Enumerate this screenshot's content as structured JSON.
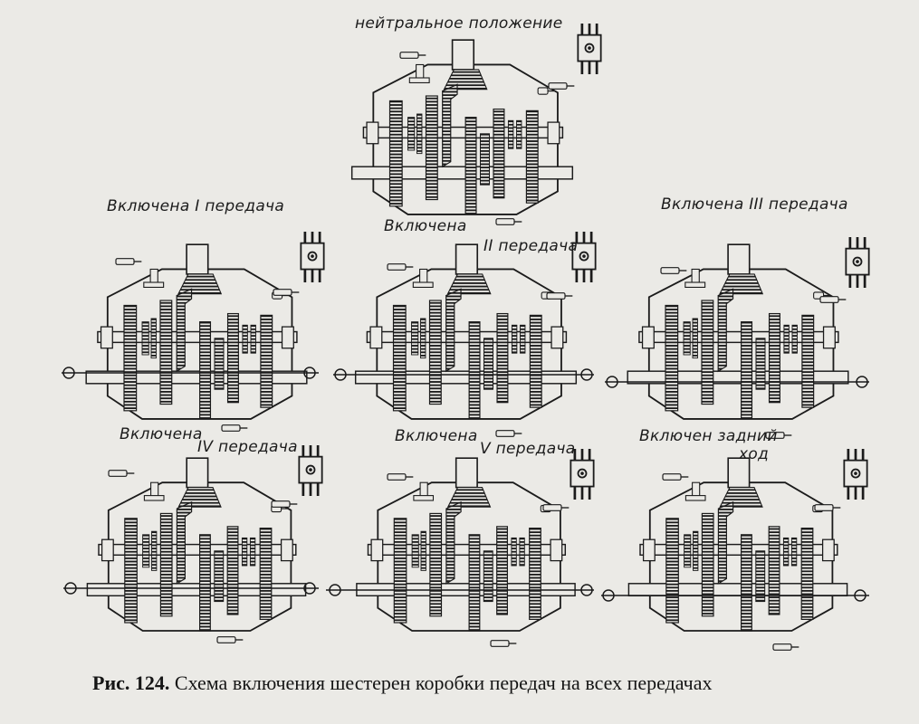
{
  "labels": {
    "neutral": "нейтральное положение",
    "g1": "Включена I передача",
    "g2_a": "Включена",
    "g2_b": "II передача",
    "g3": "Включена III передача",
    "g4_a": "Включена",
    "g4_b": "IV передача",
    "g5_a": "Включена",
    "g5_b": "V передача",
    "rev_a": "Включен задний",
    "rev_b": "ход"
  },
  "caption": {
    "number": "Рис. 124.",
    "text": " Схема включения шестерен коробки передач на всех передачах"
  },
  "colors": {
    "ink": "#1b1b1b",
    "paper": "#ebeae6"
  }
}
